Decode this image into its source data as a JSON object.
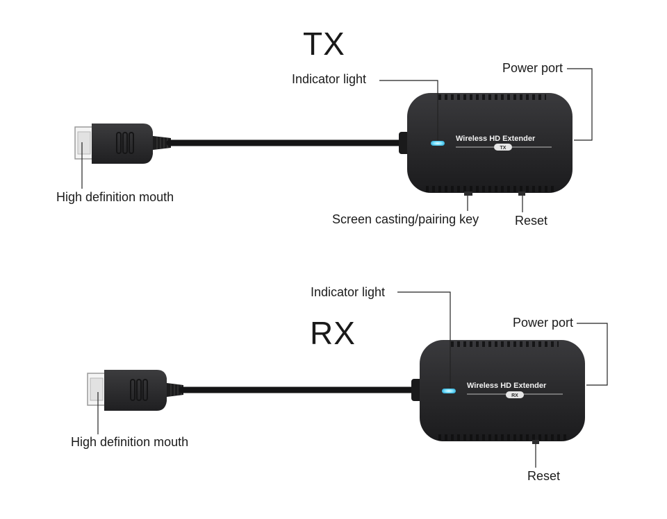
{
  "tx": {
    "title": "TX",
    "labels": {
      "indicator_light": "Indicator light",
      "power_port": "Power port",
      "hdmi": "High definition mouth",
      "pairing_key": "Screen casting/pairing key",
      "reset": "Reset"
    },
    "device_brand": "Wireless HD Extender",
    "device_tag": "TX"
  },
  "rx": {
    "title": "RX",
    "labels": {
      "indicator_light": "Indicator light",
      "power_port": "Power port",
      "hdmi": "High definition mouth",
      "reset": "Reset"
    },
    "device_brand": "Wireless HD Extender",
    "device_tag": "RX"
  },
  "colors": {
    "device_body": "#2a2a2c",
    "indicator": "#7fe3ff",
    "leader_line": "#222222"
  }
}
